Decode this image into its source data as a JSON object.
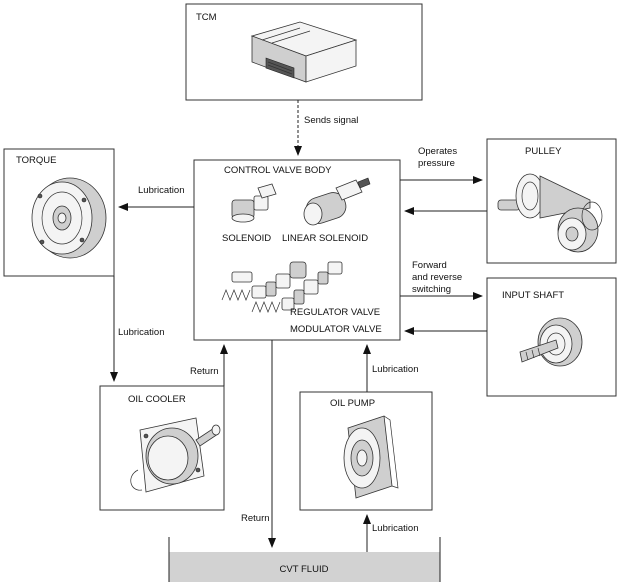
{
  "components": {
    "tcm": "TCM",
    "torque": "TORQUE",
    "control_valve_body": "CONTROL VALVE BODY",
    "solenoid": "SOLENOID",
    "linear_solenoid": "LINEAR SOLENOID",
    "regulator_valve": "REGULATOR VALVE",
    "modulator_valve": "MODULATOR VALVE",
    "pulley": "PULLEY",
    "input_shaft": "INPUT SHAFT",
    "oil_cooler": "OIL COOLER",
    "oil_pump": "OIL PUMP",
    "cvt_fluid": "CVT FLUID"
  },
  "flows": {
    "sends_signal": "Sends signal",
    "lubrication_torque": "Lubrication",
    "lubrication_torque_cooler": "Lubrication",
    "return_cooler": "Return",
    "return_fluid": "Return",
    "lubrication_pump": "Lubrication",
    "lubrication_fluid": "Lubrication",
    "operates_line1": "Operates",
    "operates_line2": "pressure",
    "forward_line1": "Forward",
    "forward_line2": "and reverse",
    "forward_line3": "switching"
  }
}
